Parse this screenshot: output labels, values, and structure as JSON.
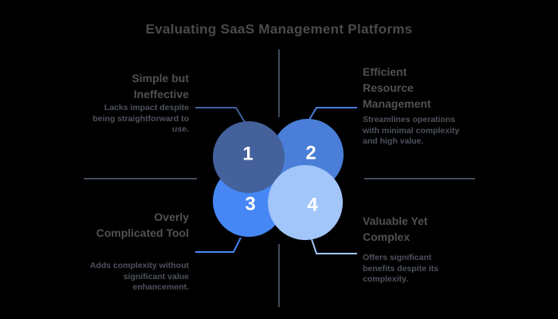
{
  "title": "Evaluating SaaS Management Platforms",
  "colors": {
    "background": "#000000",
    "axis": "#414B5C",
    "title_text": "#4a4a4a",
    "section_title_text": "#515151",
    "description_text": "#4d525c",
    "number_text": "#ffffff"
  },
  "quadrants": [
    {
      "number": "1",
      "title": "Simple but Ineffective",
      "description": "Lacks impact despite being straightforward to use.",
      "color": "#44619C"
    },
    {
      "number": "2",
      "title": "Efficient Resource Management",
      "description": "Streamlines operations with minimal complexity and high value.",
      "color": "#4A7ED8"
    },
    {
      "number": "3",
      "title": "Overly Complicated Tool",
      "description": "Adds complexity without significant value enhancement.",
      "color": "#4687F5"
    },
    {
      "number": "4",
      "title": "Valuable Yet Complex",
      "description": "Offers significant benefits despite its complexity.",
      "color": "#A2C5FA"
    }
  ]
}
